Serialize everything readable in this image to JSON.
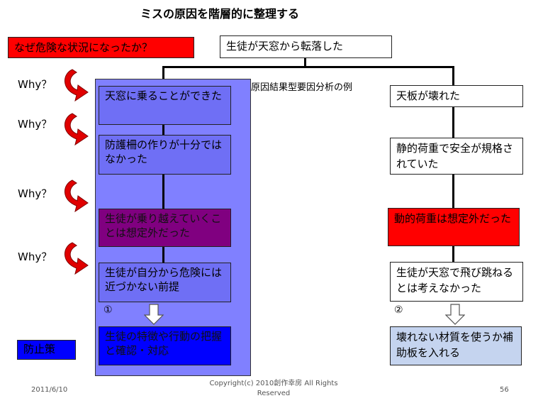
{
  "title": "ミスの原因を階層的に整理する",
  "question_label": "なぜ危険な状況になったか？",
  "top_event": "生徒が天窓から転落した",
  "example_label": "原因結果型要因分析の例",
  "why_label": "Why？",
  "left_chain": [
    "天窓に乗ることができた",
    "防護柵の作りが十分ではなかった",
    "生徒が乗り越えていくことは想定外だった",
    "生徒が自分から危険には近づかない前提",
    "生徒の特徴や行動の把握と確認・対応"
  ],
  "right_chain": [
    "天板が壊れた",
    "静的荷重で安全が規格されていた",
    "動的荷重は想定外だった",
    "生徒が天窓で飛び跳ねるとは考えなかった",
    "壊れない材質を使うか補助板を入れる"
  ],
  "marker_left": "①",
  "marker_right": "②",
  "prevention_label": "防止策",
  "footer": {
    "date": "2011/6/10",
    "copyright": "Copyright(c)  2010創作幸房 All Rights Reserved",
    "page": "56"
  },
  "colors": {
    "red": "#ff0000",
    "panel": "#8080ff",
    "purple": "#800080",
    "blue": "#0000ff",
    "light_blue": "#c5d4ef",
    "arrow_red": "#e00000"
  }
}
